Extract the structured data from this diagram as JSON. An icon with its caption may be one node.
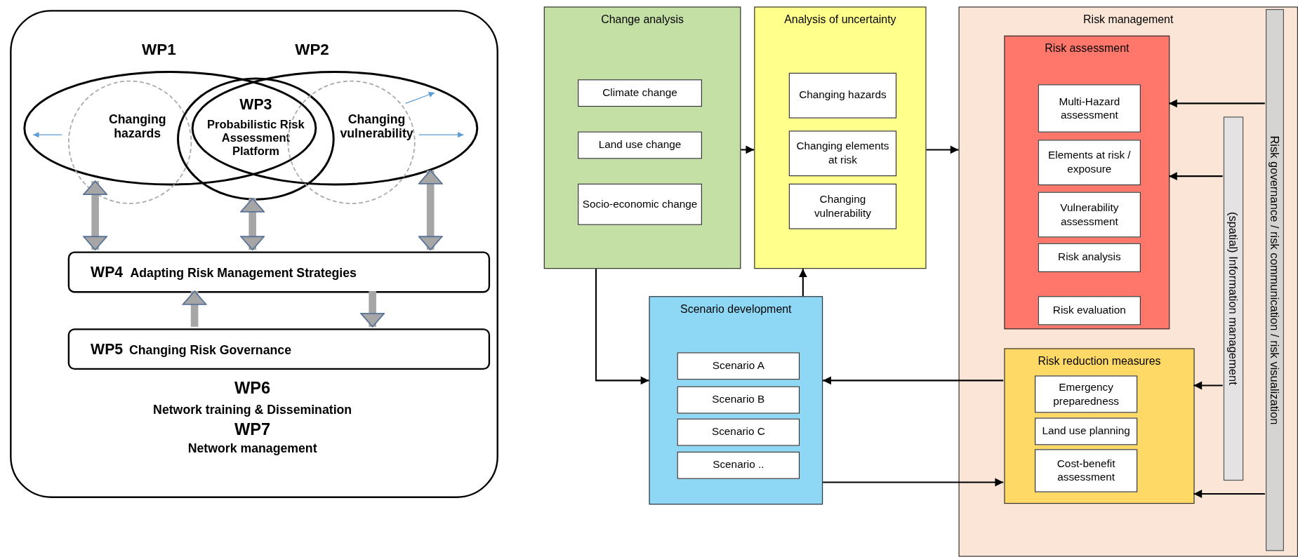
{
  "diagram": {
    "nodes": [
      {
        "text": [],
        "shape": "box"
      },
      {
        "text": [
          "WP1"
        ],
        "in": 0
      },
      {
        "text": [
          "WP2"
        ],
        "in": 0
      },
      {
        "text": [
          "Changing hazards"
        ],
        "in": 0
      },
      {
        "text": [
          "WP3",
          "Probabilistic Risk Assessment Platform"
        ],
        "in": 0
      },
      {
        "text": [
          "Changing vulnerability"
        ],
        "in": 0
      },
      {
        "text": [
          "WP4",
          "Adapting Risk Management Strategies"
        ],
        "in": 0
      },
      {
        "text": [
          "WP5",
          "Changing Risk Governance"
        ],
        "in": 0
      },
      {
        "text": [
          "Change analysis"
        ]
      },
      {
        "text": [
          "Climate change"
        ],
        "in": 8
      },
      {
        "text": [
          "Land use change"
        ],
        "in": 8
      },
      {
        "text": [
          "Socio-economic change"
        ],
        "in": 8
      },
      {
        "text": [
          "Analysis of uncertainty"
        ]
      },
      {
        "text": [
          "Changing hazards"
        ],
        "in": 12
      },
      {
        "text": [
          "Changing elements at risk"
        ],
        "in": 12
      },
      {
        "text": [
          "Changing vulnerability"
        ],
        "in": 12
      },
      {
        "text": [
          "Risk management"
        ]
      },
      {
        "text": [
          "Risk assessment"
        ],
        "in": 16
      },
      {
        "text": [
          "Multi-Hazard assessment"
        ],
        "in": 17
      },
      {
        "text": [
          "Elements at risk / exposure"
        ],
        "in": 17
      },
      {
        "text": [
          "Vulnerability assessment"
        ],
        "in": 17
      },
      {
        "text": [
          "Risk analysis"
        ],
        "in": 17
      },
      {
        "text": [
          "Risk evaluation"
        ],
        "in": 17
      },
      {
        "text": [
          "Risk reduction measures"
        ],
        "in": 16
      },
      {
        "text": [
          "Emergency preparedness"
        ],
        "in": 23
      },
      {
        "text": [
          "Land use planning"
        ],
        "in": 23
      },
      {
        "text": [
          "Cost-benefit assessment"
        ],
        "in": 23
      },
      {
        "text": [
          "(spatial) Information management"
        ],
        "in": 16
      },
      {
        "text": [
          "Risk governance / risk communication / risk visualization"
        ],
        "in": 16
      },
      {
        "text": [
          "Scenario development"
        ]
      },
      {
        "text": [
          "Scenario A"
        ],
        "in": 29
      },
      {
        "text": [
          "Scenario B"
        ],
        "in": 29
      },
      {
        "text": [
          "Scenario C"
        ],
        "in": 29
      },
      {
        "text": [
          "Scenario .."
        ],
        "in": 29
      }
    ],
    "edges": [
      {
        "from": 1,
        "to": 6,
        "arrow": "both",
        "style": "thick",
        "color": "#a6a6a6"
      },
      {
        "from": 4,
        "to": 6,
        "arrow": "both",
        "style": "thick",
        "color": "#a6a6a6"
      },
      {
        "from": 2,
        "to": 6,
        "arrow": "both",
        "style": "thick",
        "color": "#a6a6a6"
      },
      {
        "from": 7,
        "to": 6,
        "arrow": "to",
        "style": "thick",
        "color": "#a6a6a6"
      },
      {
        "from": 6,
        "to": 7,
        "arrow": "to",
        "style": "thick",
        "color": "#a6a6a6"
      },
      {
        "from": 8,
        "to": 12,
        "arrow": "to"
      },
      {
        "from": 12,
        "to": 16,
        "arrow": "to"
      },
      {
        "from": 29,
        "to": 12,
        "arrow": "to"
      },
      {
        "from": 8,
        "to": 29,
        "arrow": "to"
      },
      {
        "from": 23,
        "to": 29,
        "arrow": "to"
      },
      {
        "from": 29,
        "to": 23,
        "arrow": "to"
      },
      {
        "from": 28,
        "to": 17,
        "arrow": "to"
      },
      {
        "from": 27,
        "to": 17,
        "arrow": "to"
      },
      {
        "from": 27,
        "to": 23,
        "arrow": "to"
      },
      {
        "from": 28,
        "to": 23,
        "arrow": "to"
      }
    ],
    "labels": [
      "WP6",
      "Network training & Dissemination",
      "WP7",
      "Network management"
    ]
  }
}
